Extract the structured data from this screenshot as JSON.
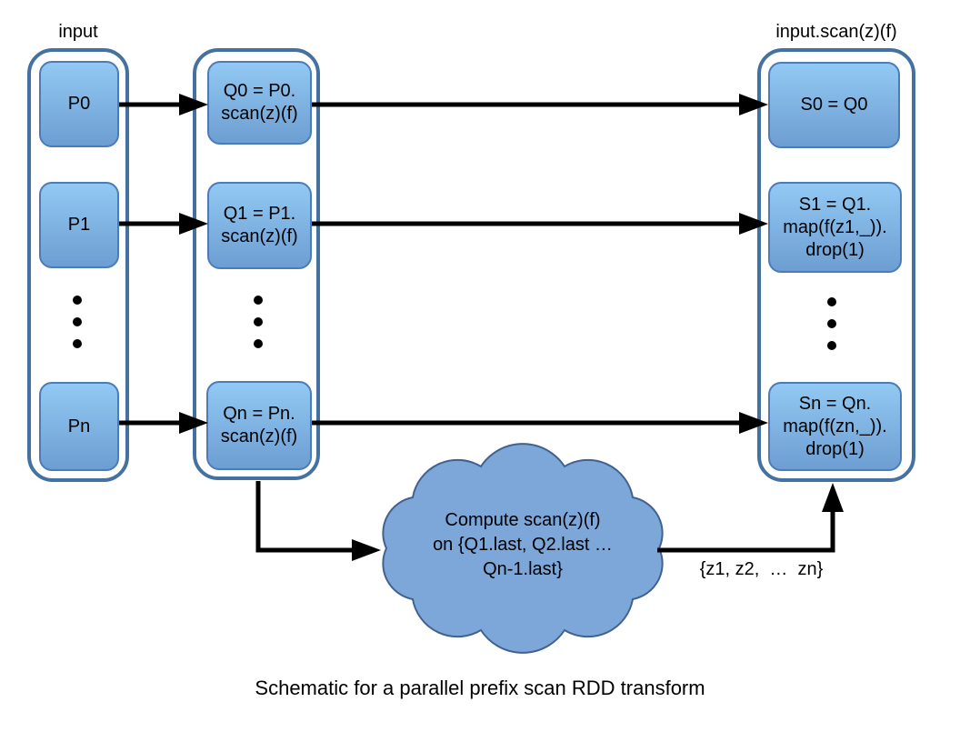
{
  "labels": {
    "input_column": "input",
    "output_column": "input.scan(z)(f)",
    "edge_set": "{z1, z2,  …  zn}",
    "caption": "Schematic for a parallel prefix scan RDD transform"
  },
  "input_column": {
    "boxes": [
      "P0",
      "P1",
      "Pn"
    ]
  },
  "scan_column": {
    "boxes": [
      "Q0 = P0.\nscan(z)(f)",
      "Q1 = P1.\nscan(z)(f)",
      "Qn = Pn.\nscan(z)(f)"
    ]
  },
  "output_column": {
    "boxes": [
      "S0 = Q0",
      "S1 = Q1.\nmap(f(z1,_)).\ndrop(1)",
      "Sn = Qn.\nmap(f(zn,_)).\ndrop(1)"
    ]
  },
  "cloud": {
    "text": "Compute scan(z)(f)\non {Q1.last, Q2.last …\nQn-1.last}"
  },
  "colors": {
    "box_fill_top": "#92c9f3",
    "box_fill_bottom": "#6d9ed2",
    "box_border": "#4b7cb9",
    "container_border": "#44719f",
    "cloud_fill": "#7da7d9",
    "cloud_border": "#41618e",
    "arrow": "#000000"
  }
}
